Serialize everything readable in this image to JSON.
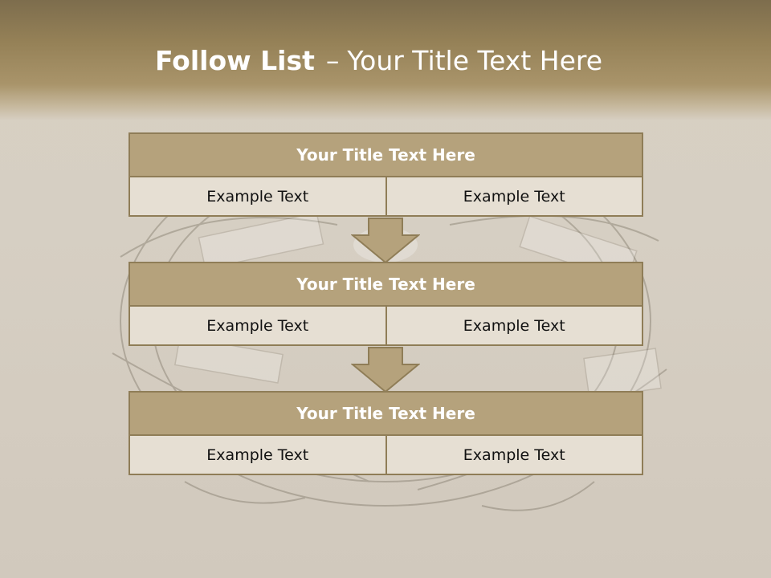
{
  "slide": {
    "title_bold": "Follow List",
    "title_dash": "–",
    "title_rest": "Your Title Text Here"
  },
  "blocks": [
    {
      "title": "Your Title Text Here",
      "cells": [
        "Example Text",
        "Example Text"
      ]
    },
    {
      "title": "Your Title Text Here",
      "cells": [
        "Example Text",
        "Example Text"
      ]
    },
    {
      "title": "Your Title Text Here",
      "cells": [
        "Example Text",
        "Example Text"
      ]
    }
  ],
  "colors": {
    "header": "#958157",
    "block_title_fill": "#b5a27c",
    "block_border": "#8f7d57",
    "cell_fill": "#e6dfd3",
    "arrow_fill": "#b5a27c"
  },
  "background_image": "nest-with-money-and-egg"
}
